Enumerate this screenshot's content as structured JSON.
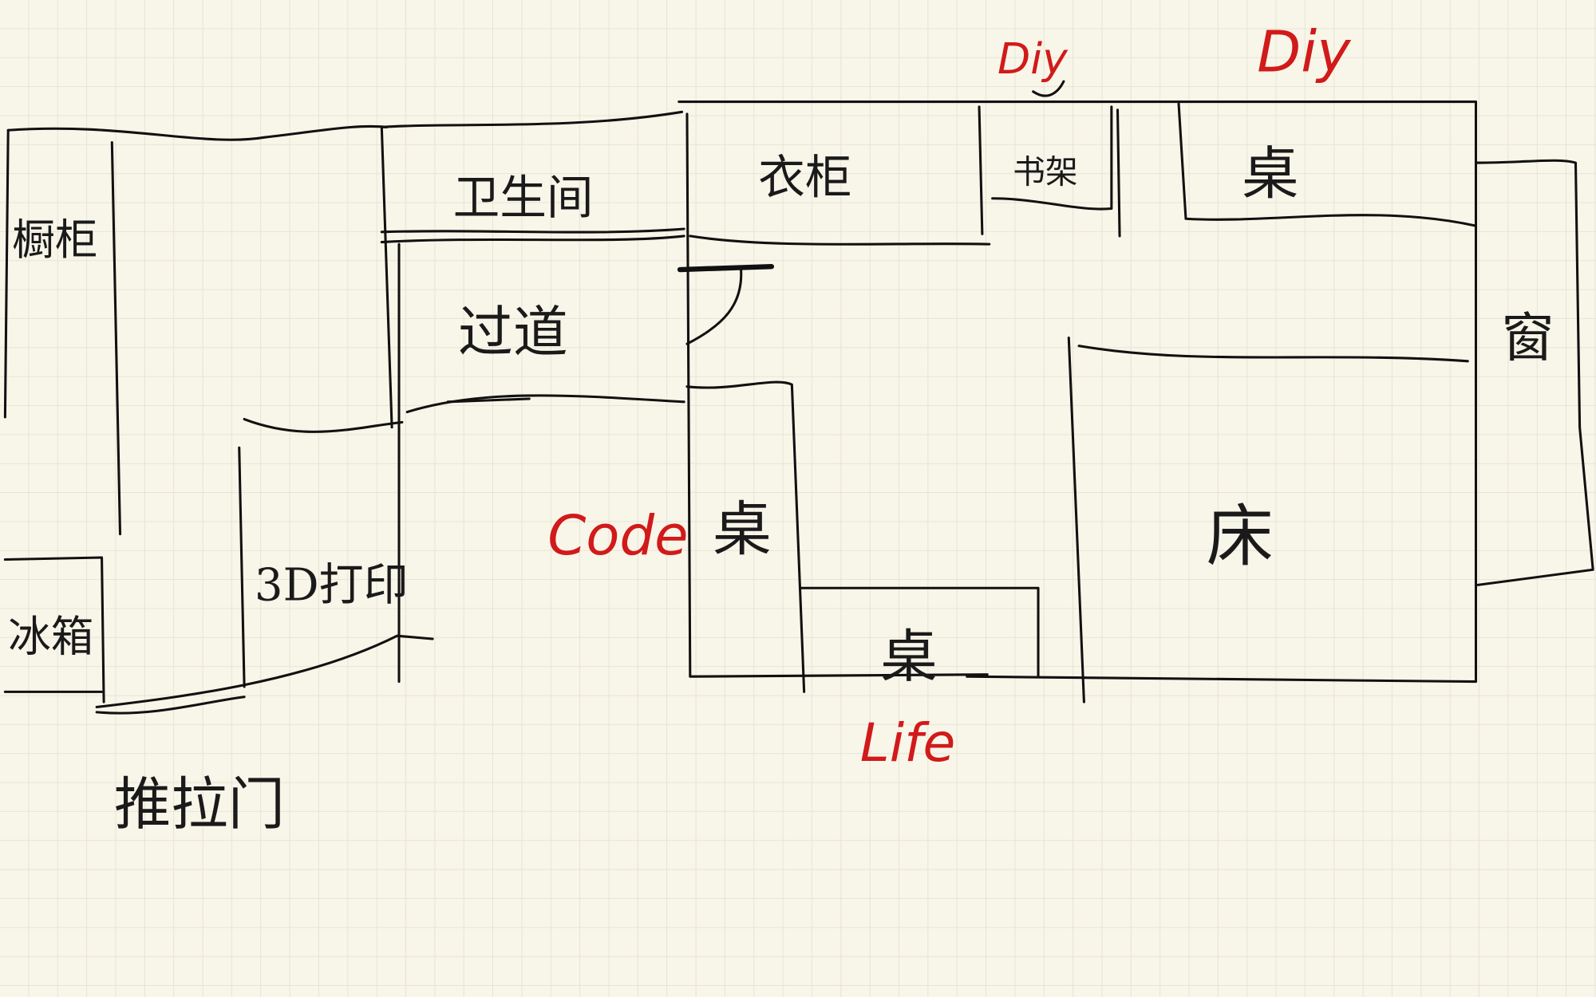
{
  "colors": {
    "paper": "#f8f5e9",
    "grid": "#e2dfd2",
    "ink": "#111111",
    "annotation": "#d11a1a"
  },
  "rooms": {
    "cabinet_left": "橱柜",
    "fridge": "冰箱",
    "printer": "3D打印",
    "sliding_door": "推拉门",
    "bathroom": "卫生间",
    "corridor": "过道",
    "wardrobe": "衣柜",
    "shelf": "书架",
    "desk_top": "桌",
    "window": "窗",
    "desk_code": "桌",
    "desk_bottom": "桌",
    "bed": "床"
  },
  "annotations": {
    "diy_1": "Diy",
    "diy_2": "Diy",
    "code": "Code",
    "life": "Life"
  }
}
